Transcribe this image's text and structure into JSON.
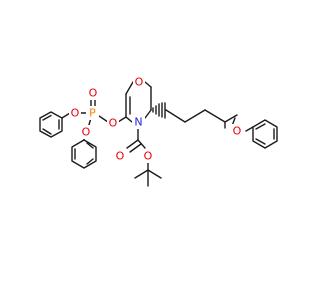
{
  "molecule": {
    "atoms": {
      "o_ring": {
        "text": "O",
        "color": "#e8000b"
      },
      "n_ring": {
        "text": "N",
        "color": "#2222dd"
      },
      "o_enol": {
        "text": "O",
        "color": "#e8000b"
      },
      "p": {
        "text": "P",
        "color": "#ff8000"
      },
      "o_p_double": {
        "text": "O",
        "color": "#e8000b"
      },
      "o_p_ph1": {
        "text": "O",
        "color": "#e8000b"
      },
      "o_p_ph2": {
        "text": "O",
        "color": "#e8000b"
      },
      "o_ether": {
        "text": "O",
        "color": "#e8000b"
      },
      "o_carbonyl": {
        "text": "O",
        "color": "#e8000b"
      },
      "o_ester": {
        "text": "O",
        "color": "#e8000b"
      }
    }
  }
}
